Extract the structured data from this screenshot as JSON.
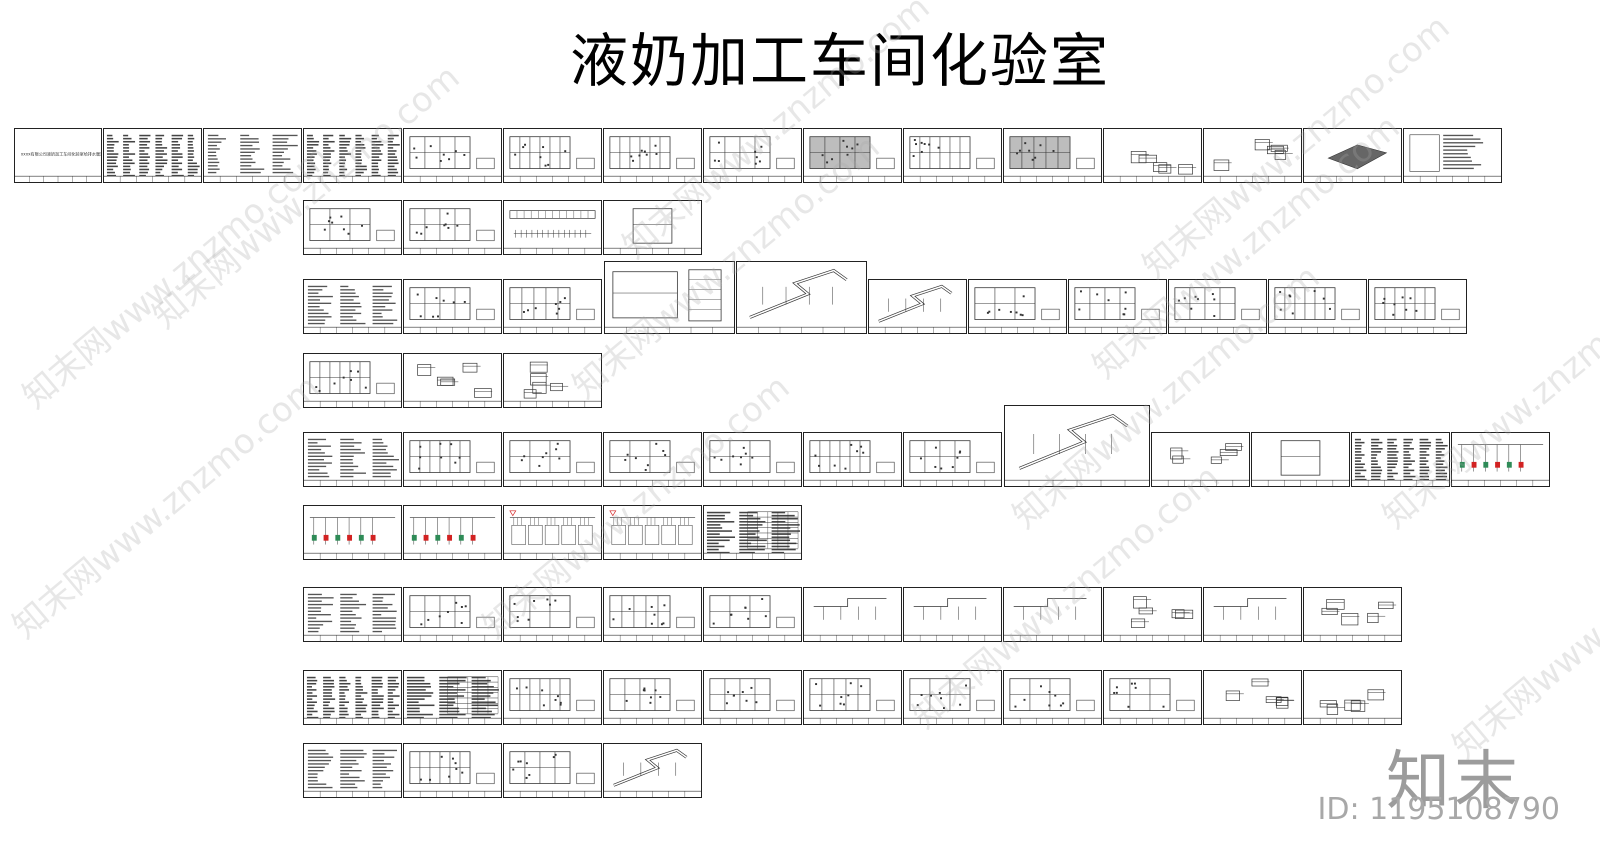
{
  "title": "液奶加工车间化验室",
  "cover_sheet_text": "xxxx有限公司液奶加工车间化验室给排水暖通电气施工图",
  "watermark": {
    "text": "知末网www.znzmo.com"
  },
  "brand": {
    "logo_text": "知末",
    "id_text": "ID: 1195108790"
  },
  "colors": {
    "sheet_border": "#222222",
    "ink": "#333333",
    "accent_red": "#d22222",
    "accent_green": "#2e8b57"
  }
}
